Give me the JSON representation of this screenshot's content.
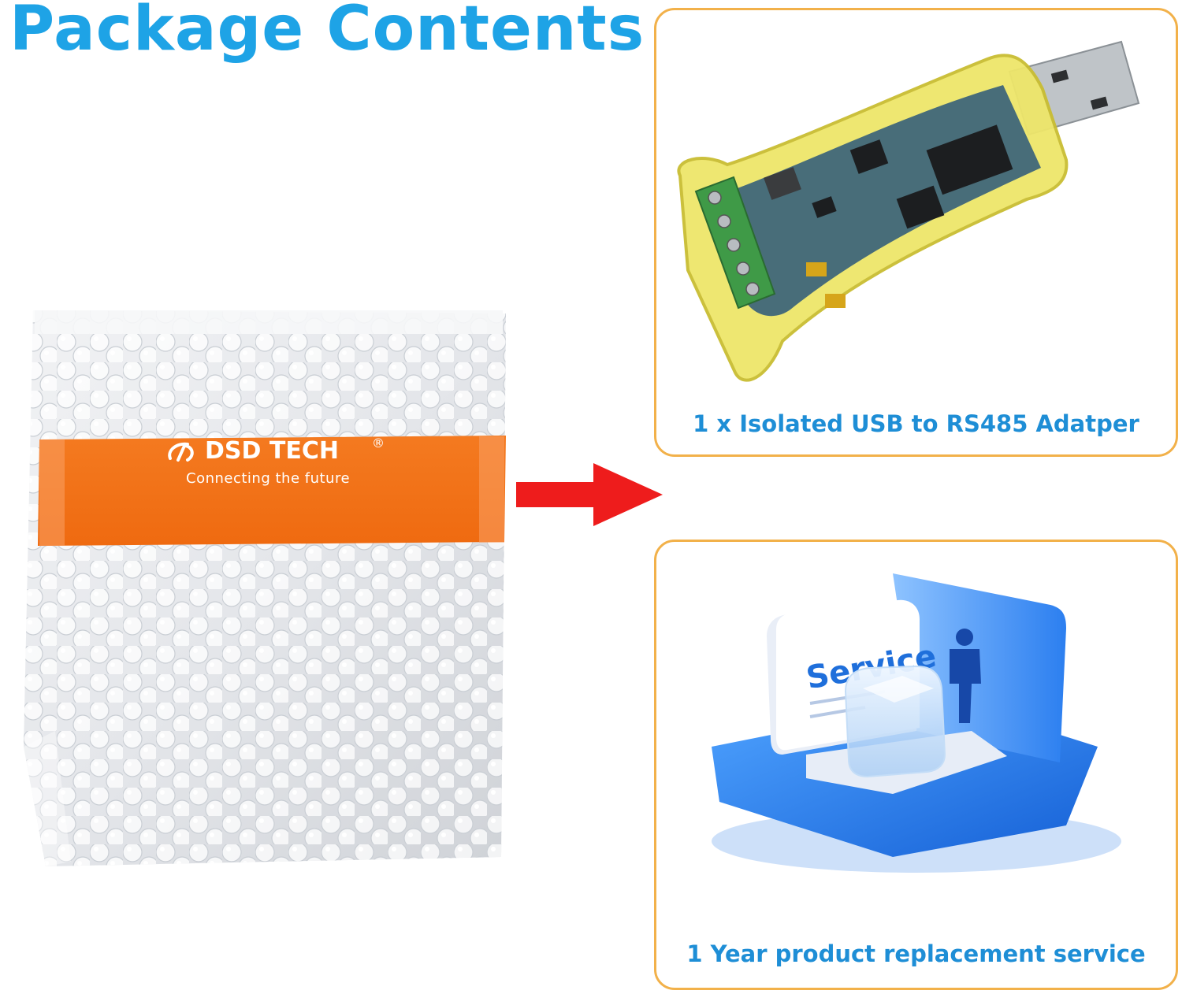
{
  "title": "Package Contents",
  "colors": {
    "title": "#1ea3e6",
    "caption": "#1e8ed6",
    "card_border": "#f2b14a",
    "band_orange": "#f47a20",
    "arrow_red": "#ee1c1c",
    "service_blue": "#1f7de6"
  },
  "mailer": {
    "brand": "DSD TECH",
    "registered_mark": "®",
    "tagline": "Connecting the future"
  },
  "items": [
    {
      "caption": "1 x Isolated USB to RS485 Adatper",
      "icon": "usb-adapter-icon"
    },
    {
      "caption": "1 Year  product replacement service",
      "sign_text": "Service",
      "icon": "service-icon"
    }
  ]
}
